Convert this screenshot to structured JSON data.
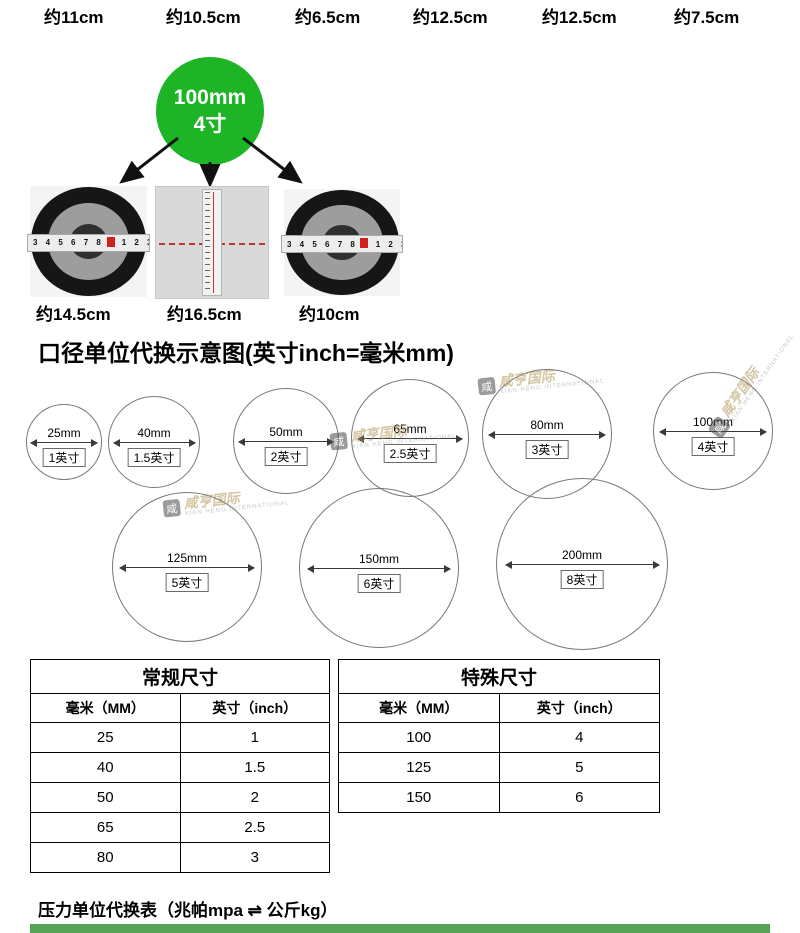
{
  "top_measurements": [
    "约11cm",
    "约10.5cm",
    "约6.5cm",
    "约12.5cm",
    "约12.5cm",
    "约7.5cm"
  ],
  "size_badge": {
    "mm": "100mm",
    "inch": "4寸"
  },
  "photos": {
    "tape_numbers": "3 4 5 6 7 8 9 1 2 3 4 5"
  },
  "photo_measurements": [
    "约14.5cm",
    "约16.5cm",
    "约10cm"
  ],
  "section_title": "口径单位代换示意图(英寸inch=毫米mm)",
  "diameter_circles": [
    {
      "mm": "25mm",
      "inch": "1英寸"
    },
    {
      "mm": "40mm",
      "inch": "1.5英寸"
    },
    {
      "mm": "50mm",
      "inch": "2英寸"
    },
    {
      "mm": "65mm",
      "inch": "2.5英寸"
    },
    {
      "mm": "80mm",
      "inch": "3英寸"
    },
    {
      "mm": "100mm",
      "inch": "4英寸"
    },
    {
      "mm": "125mm",
      "inch": "5英寸"
    },
    {
      "mm": "150mm",
      "inch": "6英寸"
    },
    {
      "mm": "200mm",
      "inch": "8英寸"
    }
  ],
  "tables": {
    "regular": {
      "title": "常规尺寸",
      "headers": [
        "毫米（MM）",
        "英寸（inch）"
      ],
      "rows": [
        [
          "25",
          "1"
        ],
        [
          "40",
          "1.5"
        ],
        [
          "50",
          "2"
        ],
        [
          "65",
          "2.5"
        ],
        [
          "80",
          "3"
        ]
      ]
    },
    "special": {
      "title": "特殊尺寸",
      "headers": [
        "毫米（MM）",
        "英寸（inch）"
      ],
      "rows": [
        [
          "100",
          "4"
        ],
        [
          "125",
          "5"
        ],
        [
          "150",
          "6"
        ]
      ]
    }
  },
  "pressure_note": "压力单位代换表（兆帕mpa ⇌ 公斤kg）",
  "watermark": {
    "text": "咸亨国际",
    "subtext": "XIAN HENG INTERNATIONAL"
  },
  "colors": {
    "badge_green": "#1db426",
    "bottom_bar_green": "#57a257"
  }
}
